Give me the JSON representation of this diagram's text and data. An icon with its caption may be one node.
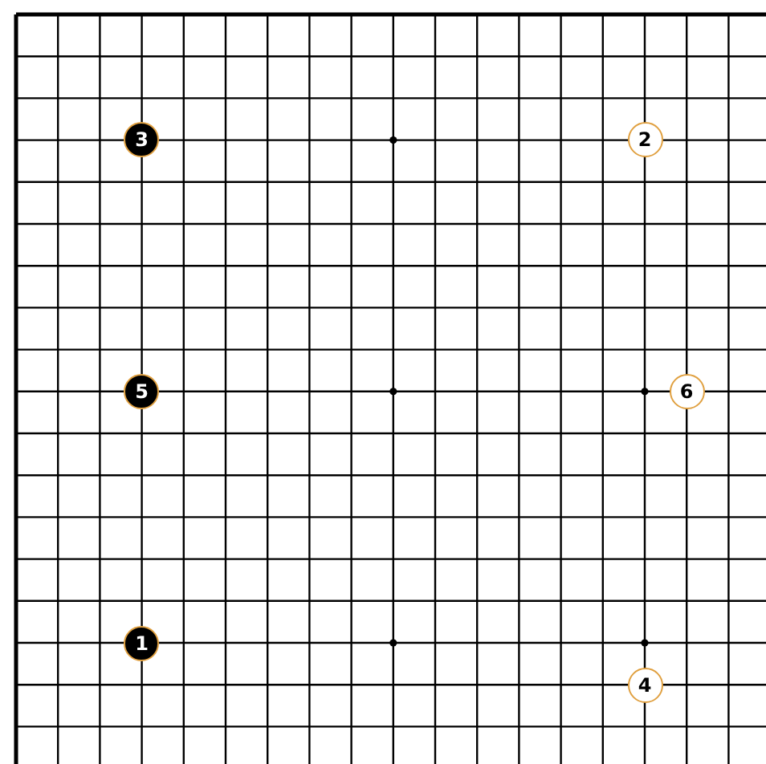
{
  "diagram": {
    "nodes": [
      {
        "text": [
          "3"
        ]
      },
      {
        "text": [
          "2"
        ]
      },
      {
        "text": [
          "5"
        ]
      },
      {
        "text": [
          "6"
        ]
      },
      {
        "text": [
          "1"
        ]
      },
      {
        "text": [
          "4"
        ]
      }
    ]
  }
}
